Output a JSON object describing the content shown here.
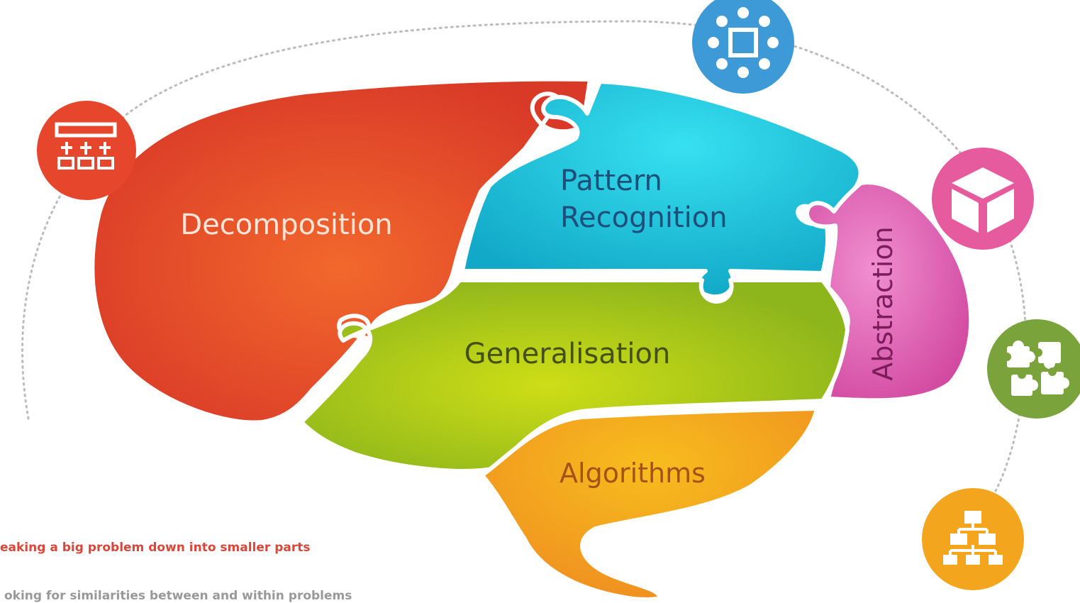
{
  "diagram": {
    "pieces": {
      "decomposition": {
        "label": "Decomposition",
        "color": "#e5462c"
      },
      "pattern_recognition": {
        "label_line1": "Pattern",
        "label_line2": "Recognition",
        "color": "#22c3dc"
      },
      "abstraction": {
        "label": "Abstraction",
        "color": "#e05fae"
      },
      "generalisation": {
        "label": "Generalisation",
        "color": "#a9c517"
      },
      "algorithms": {
        "label": "Algorithms",
        "color": "#f4a51e"
      }
    },
    "icons": [
      {
        "name": "decomposition-icon",
        "color": "#e5462c"
      },
      {
        "name": "pattern-network-icon",
        "color": "#3d9ad6"
      },
      {
        "name": "abstraction-cube-icon",
        "color": "#e65a9e"
      },
      {
        "name": "puzzle-icon",
        "color": "#7aa33b"
      },
      {
        "name": "algorithm-flowchart-icon",
        "color": "#f4a51e"
      }
    ]
  },
  "captions": {
    "line1": "eaking a big problem down into smaller parts",
    "line2": "oking for similarities between and within problems"
  }
}
